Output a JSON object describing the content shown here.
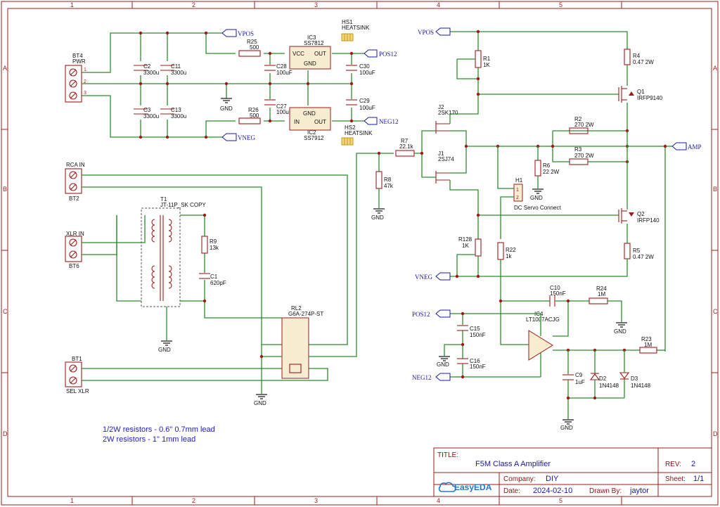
{
  "frame": {
    "columns": [
      "1",
      "2",
      "3",
      "4",
      "5"
    ],
    "rows": [
      "A",
      "B",
      "C",
      "D"
    ]
  },
  "nets": {
    "vpos": "VPOS",
    "vneg": "VNEG",
    "pos12": "POS12",
    "neg12": "NEG12",
    "amp": "AMP",
    "gnd": "GND"
  },
  "parts": {
    "bt4": {
      "ref": "BT4",
      "value": "PWR",
      "pins": [
        "1",
        "2",
        "3"
      ]
    },
    "c2": {
      "ref": "C2",
      "value": "3300u"
    },
    "c3": {
      "ref": "C3",
      "value": "3300u"
    },
    "c11": {
      "ref": "C11",
      "value": "3300u"
    },
    "c13": {
      "ref": "C13",
      "value": "3300u"
    },
    "r25": {
      "ref": "R25",
      "value": "500"
    },
    "r26": {
      "ref": "R26",
      "value": "500"
    },
    "c28": {
      "ref": "C28",
      "value": "100uF"
    },
    "c27": {
      "ref": "C27",
      "value": "100uF"
    },
    "ic3": {
      "ref": "IC3",
      "value": "SS7812",
      "vcc": "VCC",
      "out": "OUT",
      "gnd": "GND"
    },
    "ic2": {
      "ref": "IC2",
      "value": "SS7912",
      "in": "IN",
      "out": "OUT",
      "gnd": "GND"
    },
    "hs1": {
      "ref": "HS1",
      "value": "HEATSINK"
    },
    "hs2": {
      "ref": "HS2",
      "value": "HEATSINK"
    },
    "c30": {
      "ref": "C30",
      "value": "100uF"
    },
    "c29": {
      "ref": "C29",
      "value": "100uF"
    },
    "bt2": {
      "ref": "BT2",
      "value": "RCA IN"
    },
    "bt6": {
      "ref": "BT6",
      "value": "XLR IN"
    },
    "bt1": {
      "ref": "BT1",
      "value": "SEL XLR"
    },
    "t1": {
      "ref": "T1",
      "value": "JT-11P_SK COPY"
    },
    "r9": {
      "ref": "R9",
      "value": "13k"
    },
    "c1": {
      "ref": "C1",
      "value": "620pF"
    },
    "rl2": {
      "ref": "RL2",
      "value": "G6A-274P-ST"
    },
    "r7": {
      "ref": "R7",
      "value": "22.1k"
    },
    "r8": {
      "ref": "R8",
      "value": "47k"
    },
    "j2": {
      "ref": "J2",
      "value": "2SK170"
    },
    "j1": {
      "ref": "J1",
      "value": "2SJ74"
    },
    "r1": {
      "ref": "R1",
      "value": "1K"
    },
    "r128": {
      "ref": "R128",
      "value": "1K"
    },
    "r4": {
      "ref": "R4",
      "value": "0.47 2W"
    },
    "r5": {
      "ref": "R5",
      "value": "0.47 2W"
    },
    "q1": {
      "ref": "Q1",
      "value": "IRFP9140"
    },
    "q2": {
      "ref": "Q2",
      "value": "IRFP140"
    },
    "r2": {
      "ref": "R2",
      "value": "270 2W"
    },
    "r3": {
      "ref": "R3",
      "value": "270 2W"
    },
    "r6": {
      "ref": "R6",
      "value": "22 2W"
    },
    "h1": {
      "ref": "H1",
      "value": "DC Servo Connect"
    },
    "r22": {
      "ref": "R22",
      "value": "1k"
    },
    "c10": {
      "ref": "C10",
      "value": "150nF"
    },
    "r24": {
      "ref": "R24",
      "value": "1M"
    },
    "ic4": {
      "ref": "IC4",
      "value": "LT1007ACJG"
    },
    "c15": {
      "ref": "C15",
      "value": "150nF"
    },
    "c16": {
      "ref": "C16",
      "value": "150nF"
    },
    "r23": {
      "ref": "R23",
      "value": "1M"
    },
    "c9": {
      "ref": "C9",
      "value": "1uF"
    },
    "d2": {
      "ref": "D2",
      "value": "1N4148"
    },
    "d3": {
      "ref": "D3",
      "value": "1N4148"
    }
  },
  "notes": {
    "line1": "1/2W resistors - 0.6\" 0.7mm lead",
    "line2": "2W resistors - 1\" 1mm lead"
  },
  "title_block": {
    "title_label": "TITLE:",
    "title": "F5M Class A Amplifier",
    "rev_label": "REV:",
    "rev": "2",
    "company_label": "Company:",
    "company": "DIY",
    "sheet_label": "Sheet:",
    "sheet": "1/1",
    "logo": "EasyEDA",
    "date_label": "Date:",
    "date": "2024-02-10",
    "drawn_label": "Drawn By:",
    "drawn": "jaytor"
  }
}
